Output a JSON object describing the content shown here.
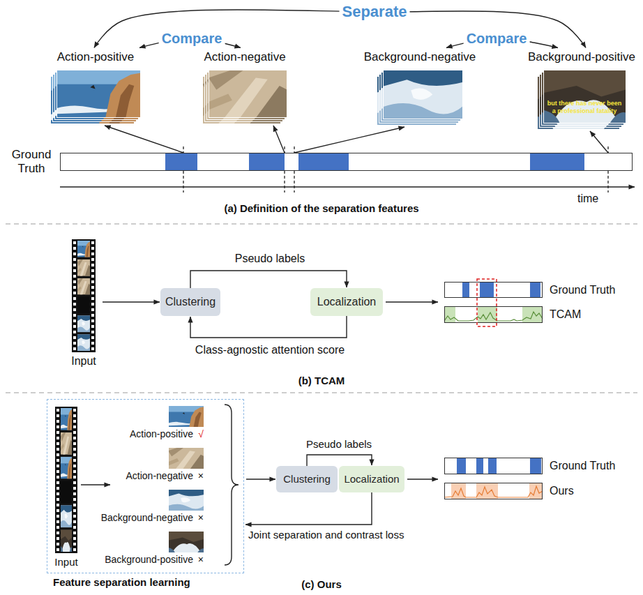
{
  "diagram": {
    "nodes": [
      {
        "text": [
          "Action-positive"
        ]
      },
      {
        "text": [
          "Action-negative"
        ]
      },
      {
        "text": [
          "Background-negative"
        ]
      },
      {
        "text": [
          "Background-positive",
          "but there has never been a professional fatality"
        ]
      },
      {
        "text": [
          "Ground Truth"
        ]
      },
      {
        "text": [
          "Input"
        ]
      },
      {
        "text": [
          "Clustering"
        ]
      },
      {
        "text": [
          "Localization"
        ]
      },
      {
        "text": [
          "Ground Truth"
        ]
      },
      {
        "text": [
          "TCAM"
        ]
      },
      {
        "text": [
          "Feature separation learning"
        ]
      },
      {
        "text": [
          "Input"
        ],
        "in": 10
      },
      {
        "text": [
          "Action-positive",
          "√"
        ],
        "in": 10
      },
      {
        "text": [
          "Action-negative",
          "×"
        ],
        "in": 10
      },
      {
        "text": [
          "Background-negative",
          "×"
        ],
        "in": 10
      },
      {
        "text": [
          "Background-positive",
          "×"
        ],
        "in": 10
      },
      {
        "text": [
          "Clustering"
        ]
      },
      {
        "text": [
          "Localization"
        ]
      },
      {
        "text": [
          "Ground Truth"
        ]
      },
      {
        "text": [
          "Ours"
        ]
      }
    ],
    "edges": [
      {
        "from": 0,
        "to": 1,
        "label": "Compare",
        "arrow": "both"
      },
      {
        "from": 2,
        "to": 3,
        "label": "Compare",
        "arrow": "both"
      },
      {
        "from": 0,
        "to": 3,
        "label": "Separate",
        "arrow": "both"
      },
      {
        "from": 4,
        "to": 0,
        "arrow": "to"
      },
      {
        "from": 4,
        "to": 1,
        "arrow": "to"
      },
      {
        "from": 4,
        "to": 2,
        "arrow": "to"
      },
      {
        "from": 4,
        "to": 3,
        "arrow": "to"
      },
      {
        "from": 5,
        "to": 6,
        "arrow": "to"
      },
      {
        "from": 6,
        "to": 7,
        "label": "Pseudo labels",
        "arrow": "to"
      },
      {
        "from": 7,
        "to": 6,
        "label": "Class-agnostic attention score",
        "arrow": "to"
      },
      {
        "from": 10,
        "to": 16,
        "arrow": "to"
      },
      {
        "from": 16,
        "to": 17,
        "label": "Pseudo labels",
        "arrow": "to"
      },
      {
        "from": 17,
        "to": 10,
        "label": "Joint separation and contrast loss",
        "arrow": "to"
      }
    ],
    "labels": [
      "time",
      "(a) Definition of the separation features",
      "(b) TCAM",
      "(c) Ours"
    ]
  }
}
